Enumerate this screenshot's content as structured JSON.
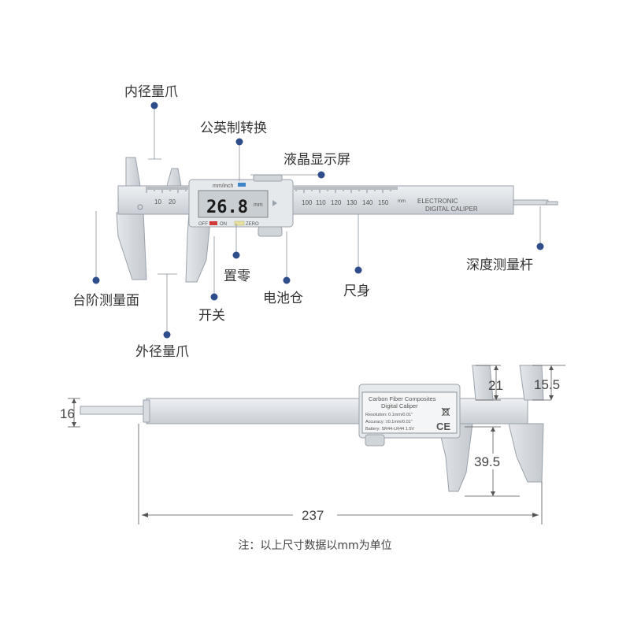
{
  "callouts": {
    "inner_jaw": "内径量爪",
    "unit_switch": "公英制转换",
    "lcd_screen": "液晶显示屏",
    "step_face": "台阶测量面",
    "zero": "置零",
    "battery": "电池仓",
    "ruler_body": "尺身",
    "depth_rod": "深度测量杆",
    "power": "开关",
    "outer_jaw": "外径量爪"
  },
  "caliper_front": {
    "scale_labels": [
      "10",
      "20",
      "100",
      "110",
      "120",
      "130",
      "140",
      "150"
    ],
    "scale_unit": "mm",
    "brand_line1": "ELECTRONIC",
    "brand_line2": "DIGITAL CALIPER",
    "unit_label": "mm/inch",
    "display_value": "26.8",
    "display_unit": "mm",
    "button_off": "OFF",
    "button_on": "ON",
    "button_zero": "ZERO"
  },
  "caliper_back": {
    "label_line1": "Carbon Fiber Composites",
    "label_line2": "Digital Caliper",
    "resolution": "Resolution: 0.1mm/0.01\"",
    "accuracy": "Accuracy: ±0.1mm/0.01\"",
    "battery": "Battery: SR44-LR44 1.5V",
    "ce_mark": "CE"
  },
  "dimensions": {
    "rod_height": "16",
    "inner_jaw_depth": "21",
    "jaw_tip_height": "15.5",
    "outer_jaw_depth": "39.5",
    "total_length": "237"
  },
  "note": "注：以上尺寸数据以mm为单位",
  "colors": {
    "body": "#d9dde2",
    "body_edge": "#9aa2aa",
    "lcd": "#cdd3d6",
    "callout_dot": "#2e4d8a",
    "button_on": "#d23a3a",
    "button_zero": "#e8e0a0"
  }
}
